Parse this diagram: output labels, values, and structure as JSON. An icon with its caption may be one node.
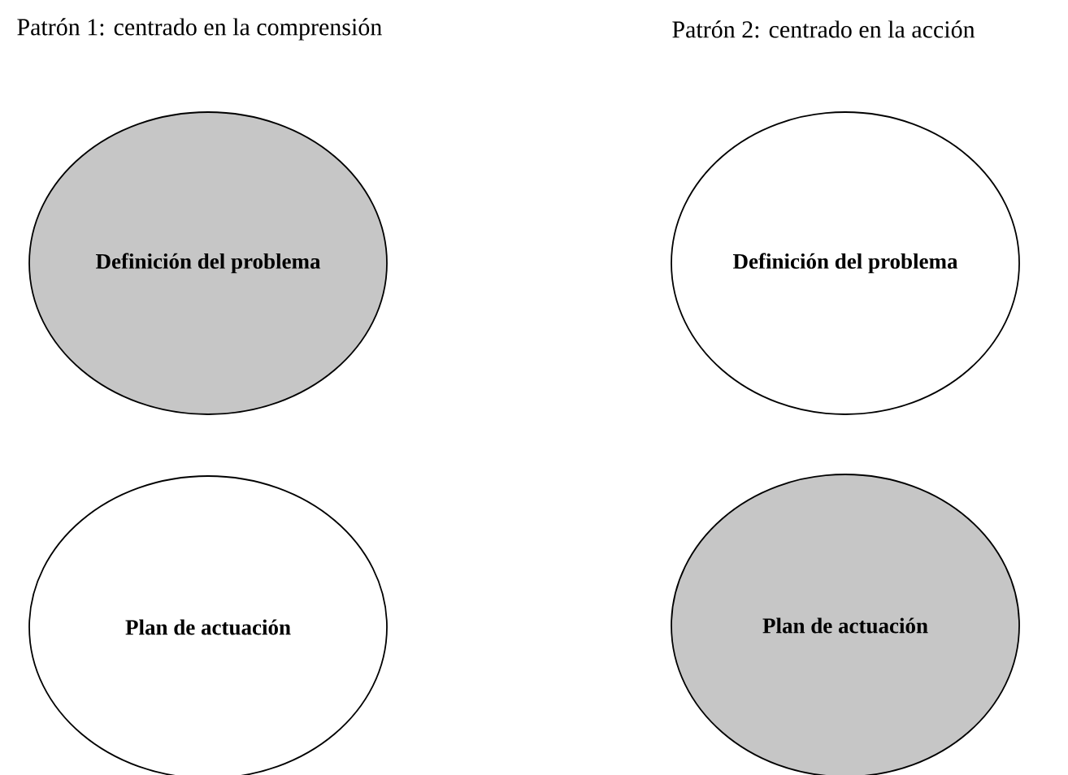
{
  "diagram": {
    "nodes": [
      {
        "text": [
          "Definición del problema"
        ]
      },
      {
        "text": [
          "Plan de actuación"
        ]
      },
      {
        "text": [
          "Definición del problema"
        ]
      },
      {
        "text": [
          "Plan de actuación"
        ]
      }
    ],
    "labels": [
      "Patrón 1: centrado en la comprensión",
      "Patrón 2: centrado en la acción"
    ]
  }
}
